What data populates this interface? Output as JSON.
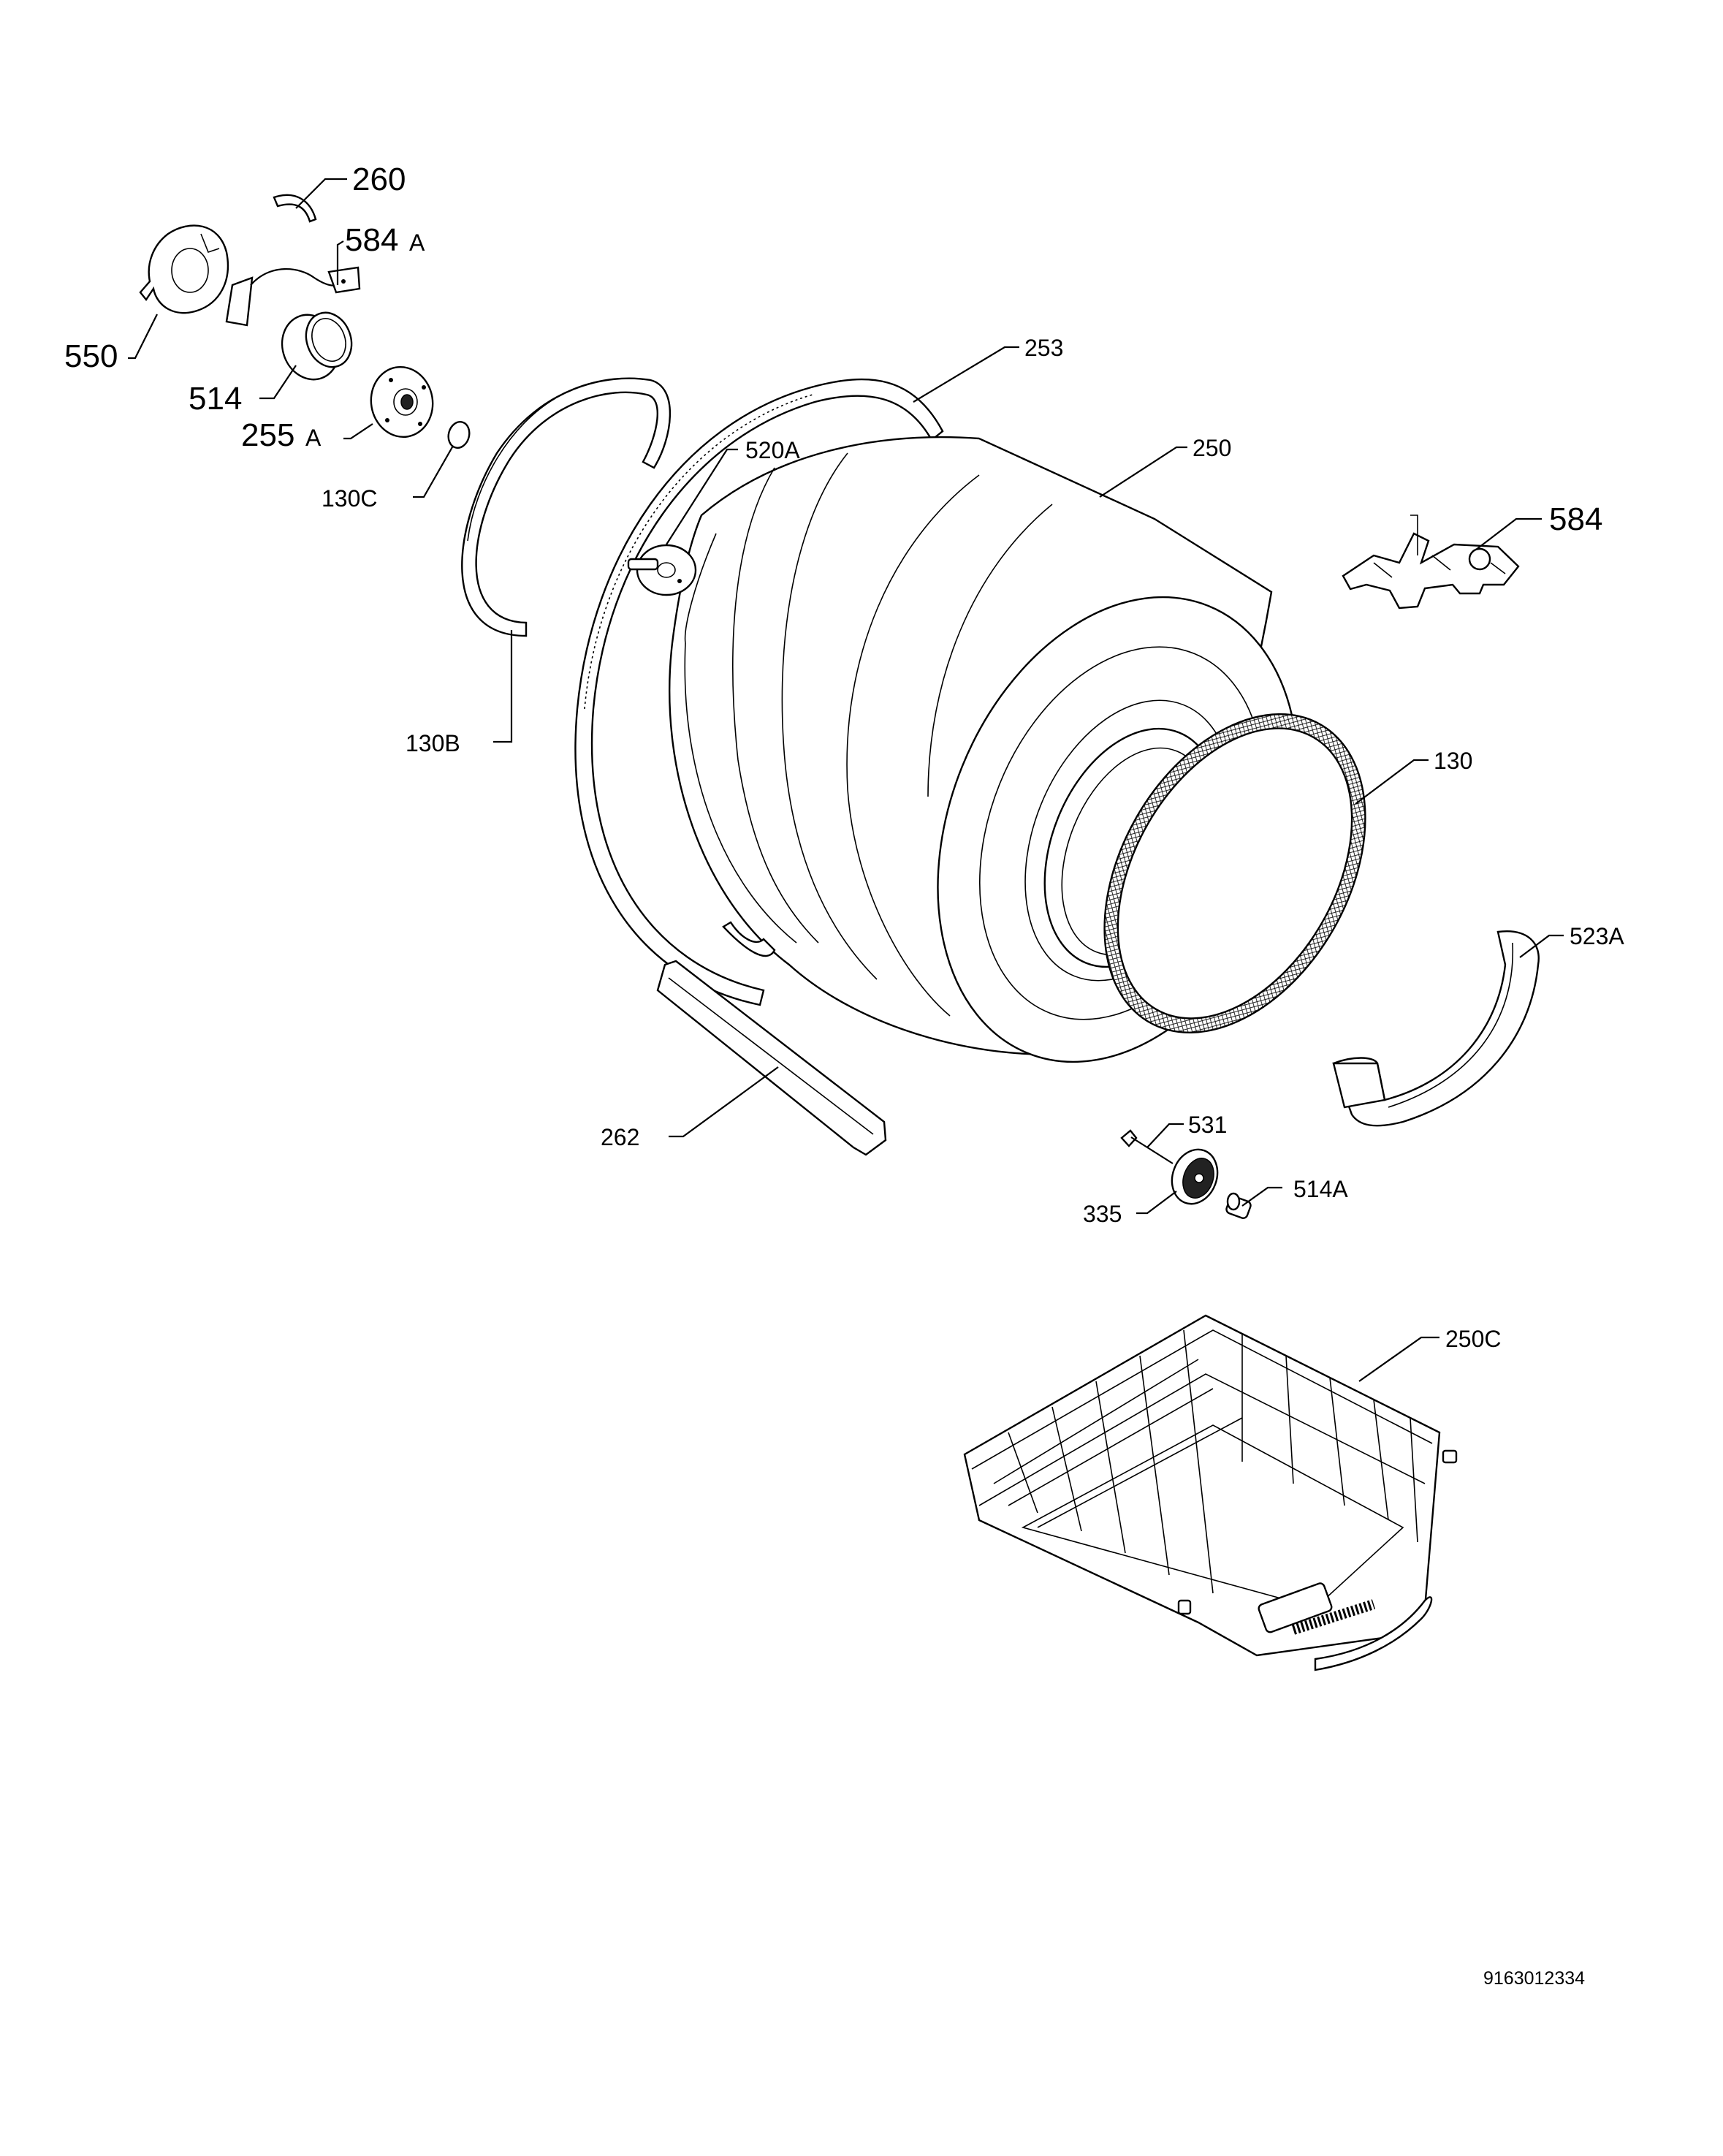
{
  "diagram": {
    "document_code": "9163012334",
    "callouts": {
      "p260": "260",
      "p584a_num": "584",
      "p584a_suffix": "A",
      "p550": "550",
      "p514": "514",
      "p255a_num": "255",
      "p255a_suffix": "A",
      "p130c": "130C",
      "p253": "253",
      "p520a": "520A",
      "p250": "250",
      "p584": "584",
      "p130b": "130B",
      "p130": "130",
      "p523a": "523A",
      "p262": "262",
      "p531": "531",
      "p514a": "514A",
      "p335": "335",
      "p250c": "250C"
    }
  }
}
